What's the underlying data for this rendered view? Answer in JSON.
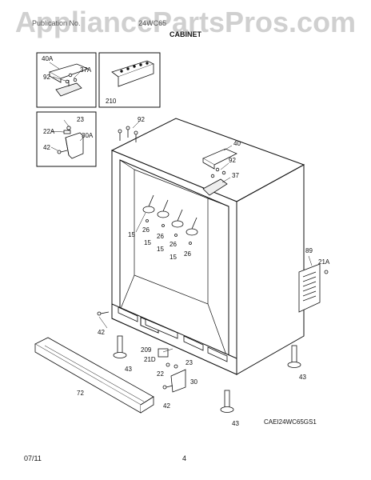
{
  "watermark": "AppliancePartsPros.com",
  "header": {
    "left": "Publication No.",
    "right": "24WC65"
  },
  "section_title": "CABINET",
  "diagram_code": "CAEI24WC65GS1",
  "footer": {
    "date": "07/11",
    "page": "4"
  },
  "labels": {
    "p40A": "40A",
    "p92a": "92",
    "p37A": "37A",
    "p210": "210",
    "p23a": "23",
    "p22A": "22A",
    "p30A": "30A",
    "p42a": "42",
    "p92b": "92",
    "p40": "40",
    "p92c": "92",
    "p37": "37",
    "p15a": "15",
    "p26a": "26",
    "p26b": "26",
    "p15b": "15",
    "p26c": "26",
    "p15c": "15",
    "p15d": "15",
    "p26d": "26",
    "p89": "89",
    "p21A": "21A",
    "p42b": "42",
    "p43a": "43",
    "p209": "209",
    "p21D": "21D",
    "p23b": "23",
    "p22": "22",
    "p30": "30",
    "p72": "72",
    "p42c": "42",
    "p43b": "43",
    "p43c": "43"
  }
}
